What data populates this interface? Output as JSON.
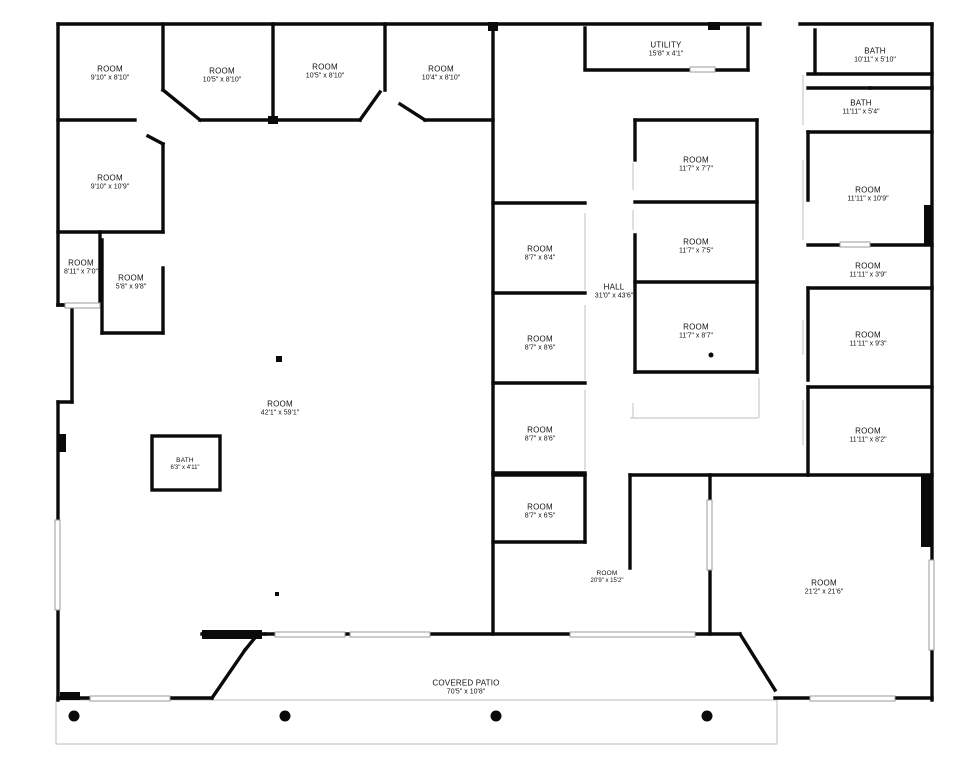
{
  "rooms": [
    {
      "name": "ROOM",
      "dim": "9'10\" x 8'10\""
    },
    {
      "name": "ROOM",
      "dim": "10'5\" x 8'10\""
    },
    {
      "name": "ROOM",
      "dim": "10'5\" x 8'10\""
    },
    {
      "name": "ROOM",
      "dim": "10'4\" x 8'10\""
    },
    {
      "name": "UTILITY",
      "dim": "15'8\" x 4'1\""
    },
    {
      "name": "BATH",
      "dim": "10'11\" x 5'10\""
    },
    {
      "name": "BATH",
      "dim": "11'11\" x 5'4\""
    },
    {
      "name": "ROOM",
      "dim": "9'10\" x 10'9\""
    },
    {
      "name": "ROOM",
      "dim": "11'7\" x 7'7\""
    },
    {
      "name": "ROOM",
      "dim": "11'11\" x 10'9\""
    },
    {
      "name": "ROOM",
      "dim": "8'7\" x 8'4\""
    },
    {
      "name": "ROOM",
      "dim": "11'7\" x 7'5\""
    },
    {
      "name": "ROOM",
      "dim": "8'11\" x 7'0\""
    },
    {
      "name": "ROOM",
      "dim": "5'8\" x 9'8\""
    },
    {
      "name": "ROOM",
      "dim": "11'11\" x 3'9\""
    },
    {
      "name": "HALL",
      "dim": "31'0\" x 43'6\""
    },
    {
      "name": "ROOM",
      "dim": "8'7\" x 8'6\""
    },
    {
      "name": "ROOM",
      "dim": "11'7\" x 8'7\""
    },
    {
      "name": "ROOM",
      "dim": "11'11\" x 9'3\""
    },
    {
      "name": "ROOM",
      "dim": "42'1\" x 59'1\""
    },
    {
      "name": "ROOM",
      "dim": "11'11\" x 8'2\""
    },
    {
      "name": "ROOM",
      "dim": "8'7\" x 8'6\""
    },
    {
      "name": "BATH",
      "dim": "6'3\" x 4'11\""
    },
    {
      "name": "ROOM",
      "dim": "8'7\" x 6'5\""
    },
    {
      "name": "ROOM",
      "dim": "20'9\" x 15'2\""
    },
    {
      "name": "ROOM",
      "dim": "21'2\" x 21'6\""
    },
    {
      "name": "COVERED PATIO",
      "dim": "70'5\" x 10'8\""
    }
  ]
}
